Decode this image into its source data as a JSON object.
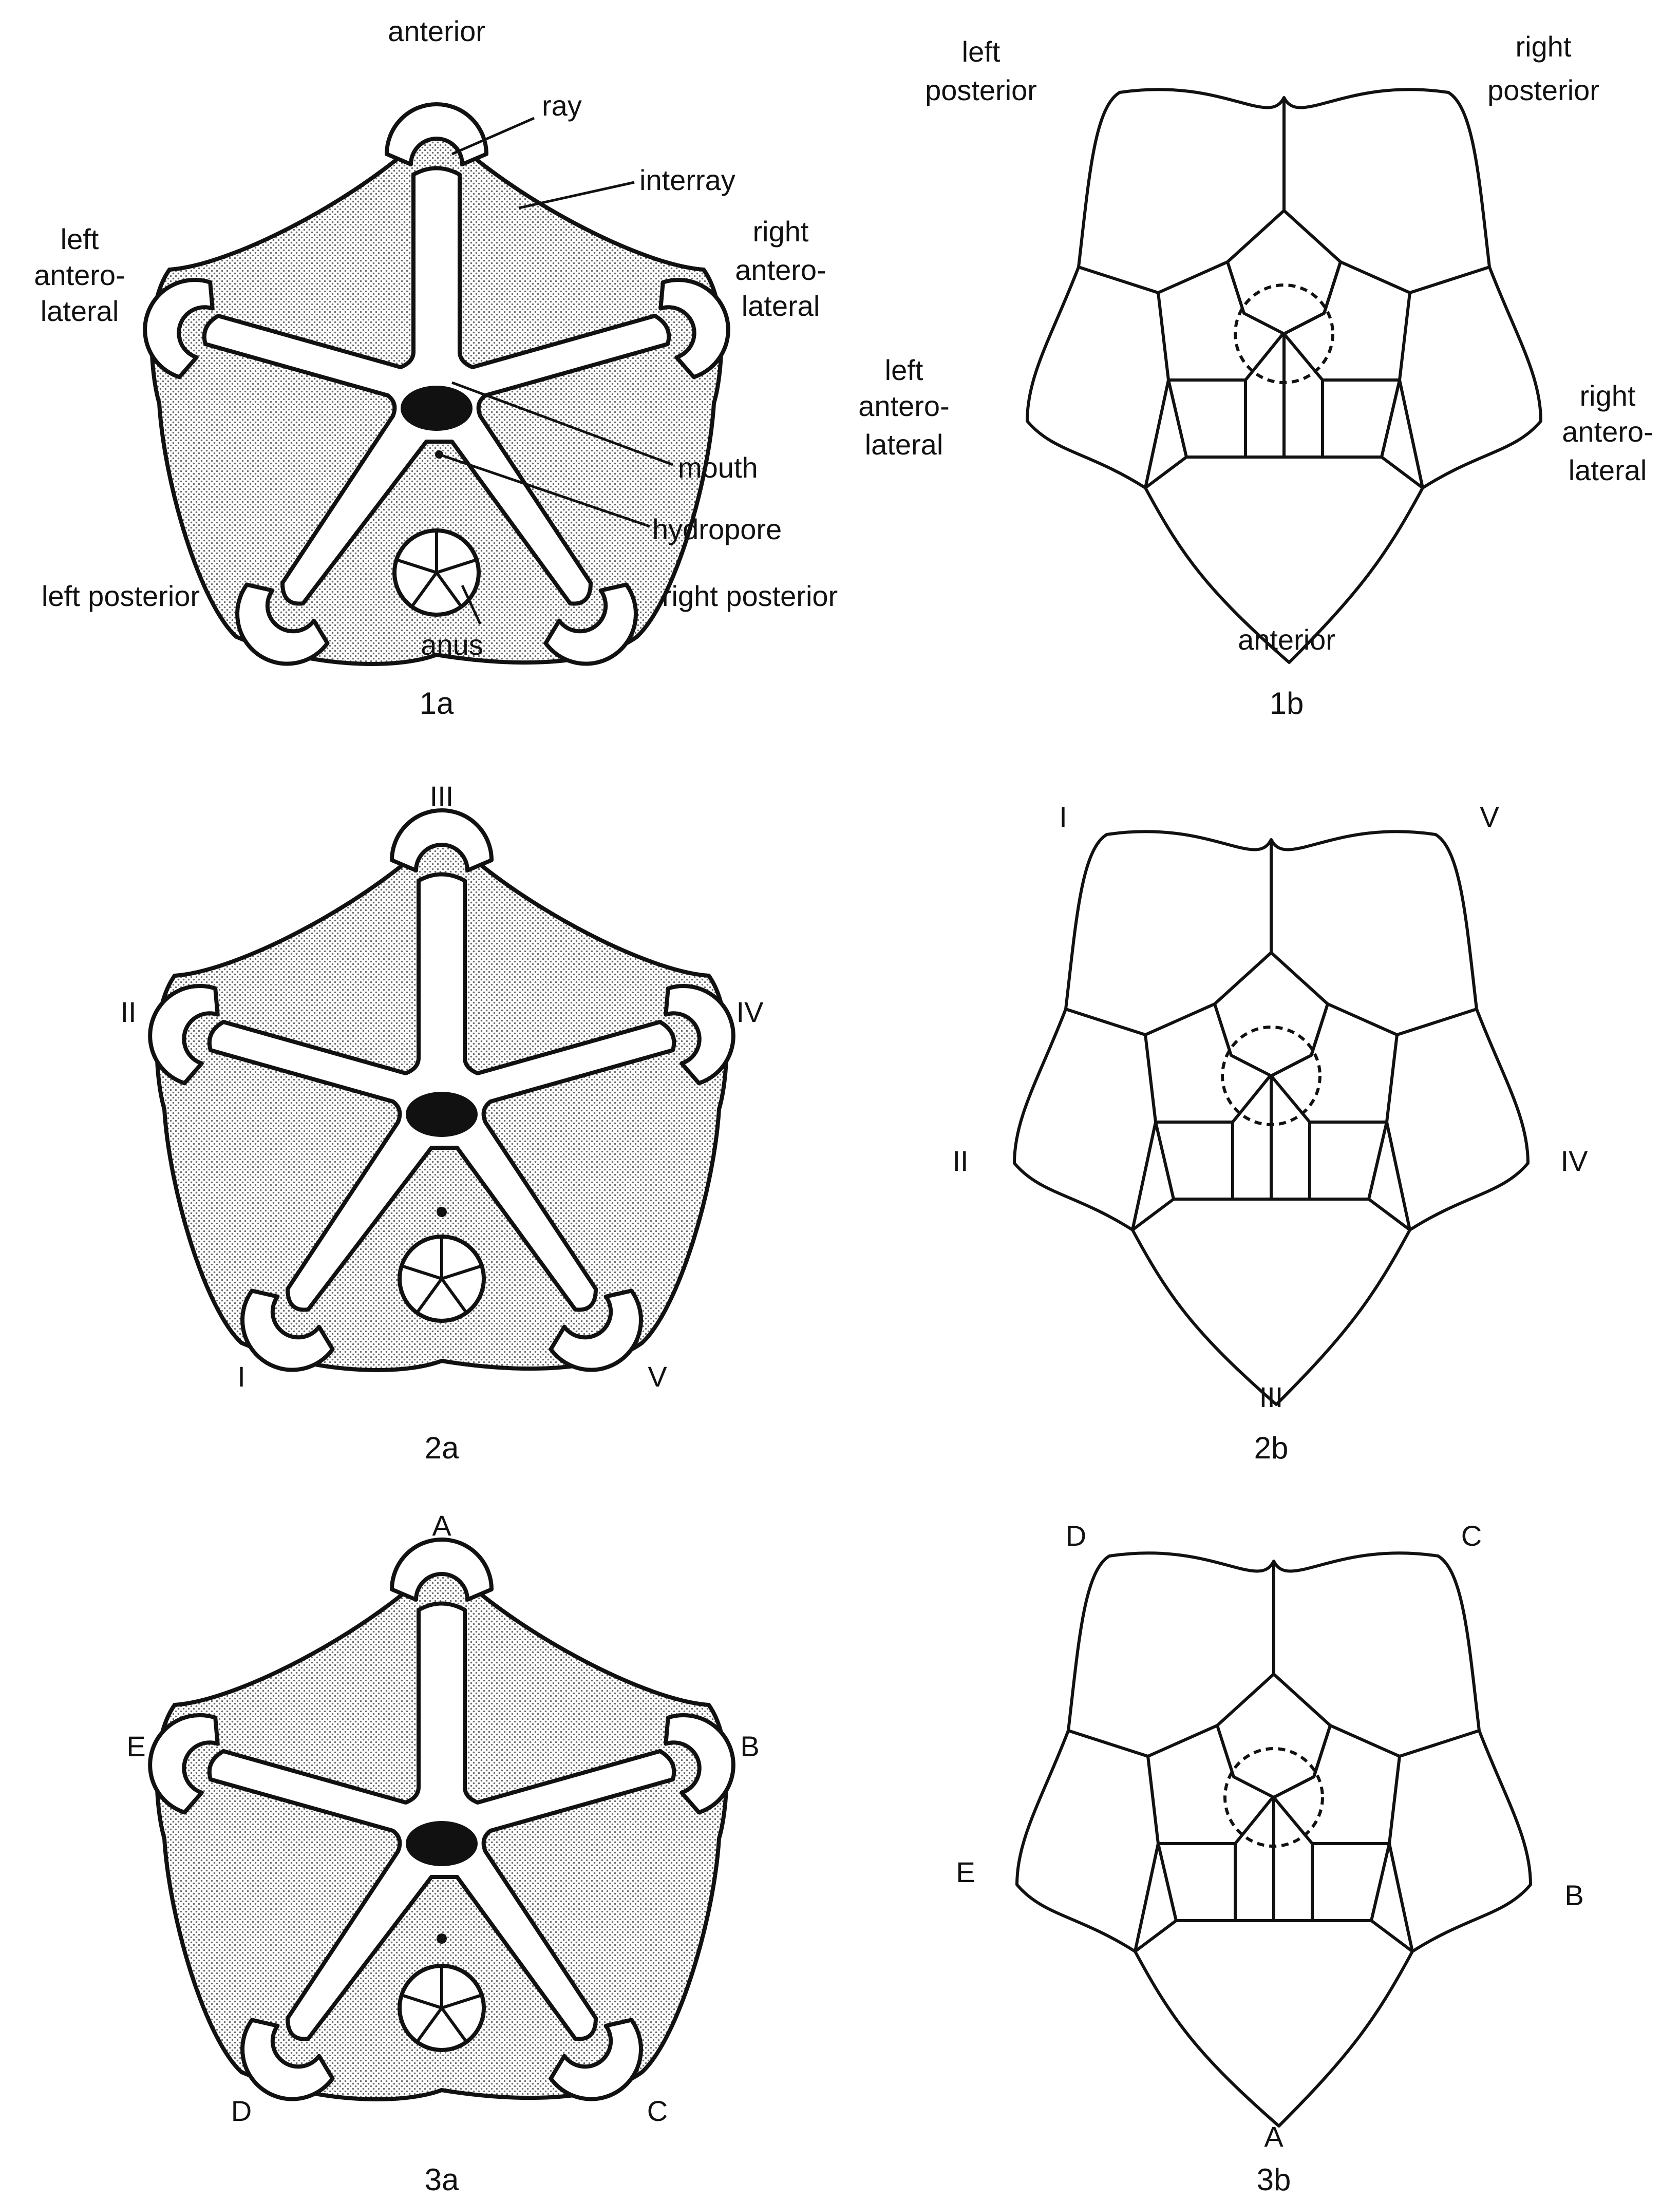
{
  "colors": {
    "ink": "#111111",
    "paper": "#ffffff",
    "stipple": "#6a6a6a"
  },
  "panel_1a": {
    "caption": "1a",
    "positions": {
      "top": "anterior",
      "left": [
        "left",
        "antero-",
        "lateral"
      ],
      "right": [
        "right",
        "antero-",
        "lateral"
      ],
      "bottom_left": "left posterior",
      "bottom_right": "right posterior"
    },
    "callouts": {
      "ray": "ray",
      "interray": "interray",
      "mouth": "mouth",
      "hydropore": "hydropore",
      "anus": "anus"
    }
  },
  "panel_1b": {
    "caption": "1b",
    "positions": {
      "top_left": [
        "left",
        "posterior"
      ],
      "top_right": [
        "right",
        "posterior"
      ],
      "left": [
        "left",
        "antero-",
        "lateral"
      ],
      "right": [
        "right",
        "antero-",
        "lateral"
      ],
      "bottom": "anterior"
    }
  },
  "panel_2a": {
    "caption": "2a",
    "positions": {
      "top": "III",
      "left": "II",
      "right": "IV",
      "bottom_left": "I",
      "bottom_right": "V"
    }
  },
  "panel_2b": {
    "caption": "2b",
    "positions": {
      "top_left": "I",
      "top_right": "V",
      "left": "II",
      "right": "IV",
      "bottom": "III"
    }
  },
  "panel_3a": {
    "caption": "3a",
    "positions": {
      "top": "A",
      "left": "E",
      "right": "B",
      "bottom_left": "D",
      "bottom_right": "C"
    }
  },
  "panel_3b": {
    "caption": "3b",
    "positions": {
      "top_left": "D",
      "top_right": "C",
      "left": "E",
      "right": "B",
      "bottom": "A"
    }
  }
}
